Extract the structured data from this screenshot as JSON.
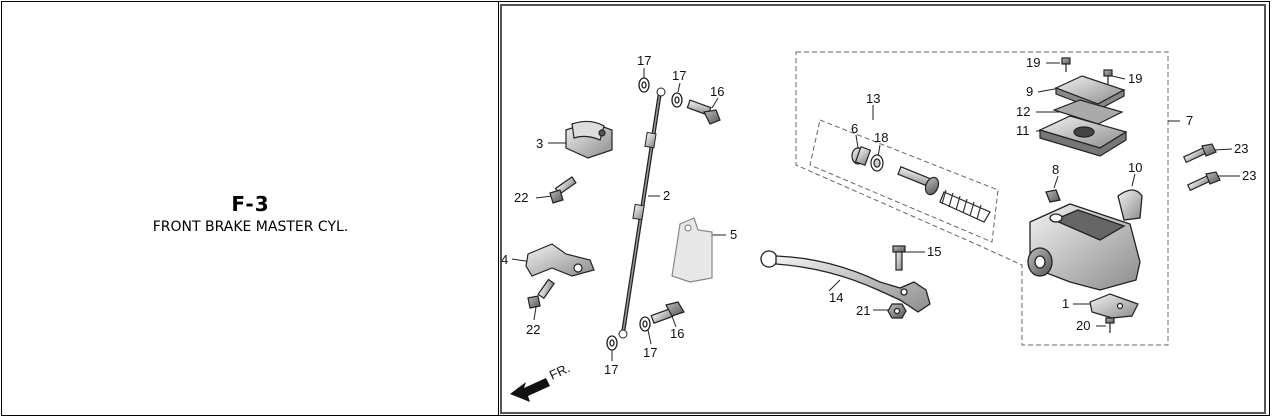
{
  "header": {
    "code": "F-3",
    "title": "FRONT BRAKE MASTER CYL."
  },
  "direction_label": "FR.",
  "callouts": {
    "c1": "1",
    "c2": "2",
    "c3": "3",
    "c4": "4",
    "c5": "5",
    "c6": "6",
    "c7": "7",
    "c8": "8",
    "c9": "9",
    "c10": "10",
    "c11": "11",
    "c12": "12",
    "c13": "13",
    "c14": "14",
    "c15": "15",
    "c16a": "16",
    "c16b": "16",
    "c17a": "17",
    "c17b": "17",
    "c17c": "17",
    "c17d": "17",
    "c18": "18",
    "c19a": "19",
    "c19b": "19",
    "c20": "20",
    "c21": "21",
    "c22a": "22",
    "c22b": "22",
    "c23a": "23",
    "c23b": "23"
  }
}
